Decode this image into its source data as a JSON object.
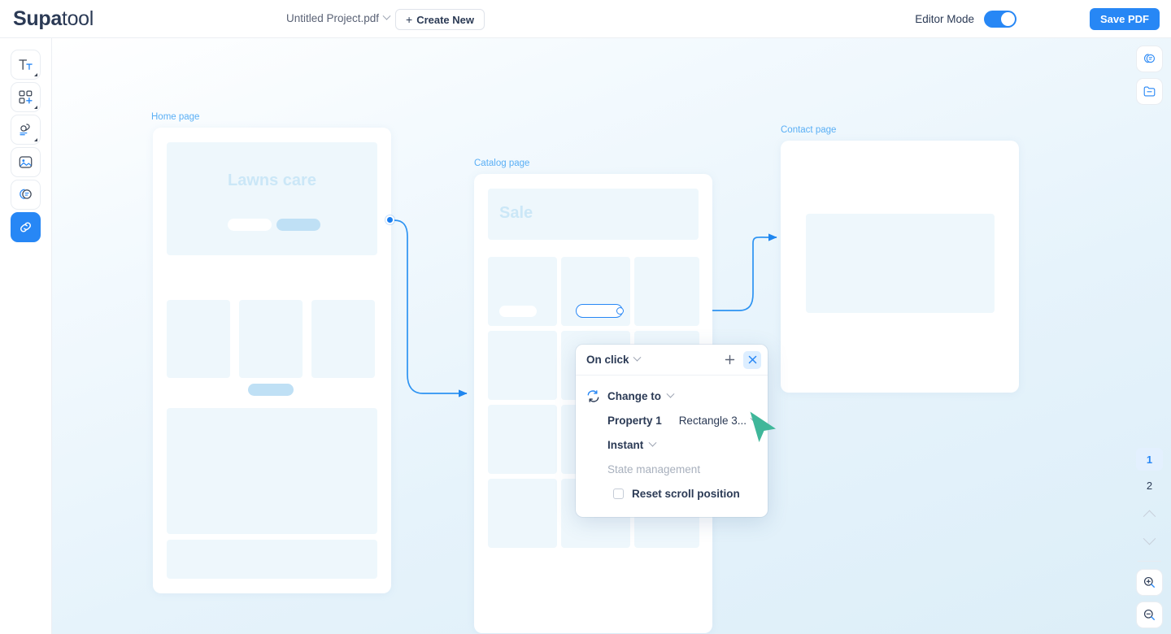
{
  "app": {
    "brand_bold": "Supa",
    "brand_light": "tool",
    "accent": "#2787f5",
    "frame_label_color": "#5aaff5",
    "cursor_color": "#3fb79a"
  },
  "topbar": {
    "document_name": "Untitled Project.pdf",
    "document_chevron_icon": "chevron-down-icon",
    "create_new_label": "Create New",
    "create_new_plus": "+",
    "editor_mode_label": "Editor Mode",
    "editor_mode_on": true,
    "save_pdf_label": "Save PDF"
  },
  "left_toolbar": {
    "items": [
      {
        "name": "text-tool",
        "icon": "text-icon",
        "active": false,
        "has_menu": true
      },
      {
        "name": "components-tool",
        "icon": "add-component-icon",
        "active": false,
        "has_menu": true
      },
      {
        "name": "annotate-tool",
        "icon": "stamp-icon",
        "active": false,
        "has_menu": true
      },
      {
        "name": "image-tool",
        "icon": "image-icon",
        "active": false,
        "has_menu": false
      },
      {
        "name": "variants-tool",
        "icon": "masks-icon",
        "active": false,
        "has_menu": false
      },
      {
        "name": "interactions-tool",
        "icon": "link-icon",
        "active": true,
        "has_menu": false
      }
    ]
  },
  "right_toolbar": {
    "top_items": [
      {
        "name": "variants-panel",
        "icon": "masks-icon"
      },
      {
        "name": "files-panel",
        "icon": "folder-icon"
      }
    ],
    "pages": [
      {
        "label": "1",
        "selected": true
      },
      {
        "label": "2",
        "selected": false
      }
    ],
    "prev_page_icon": "chevron-up-icon",
    "next_page_icon": "chevron-down-icon",
    "zoom_in_icon": "zoom-in-icon",
    "zoom_out_icon": "zoom-out-icon"
  },
  "canvas": {
    "frames": [
      {
        "label": "Home page",
        "hero_title": "Lawns care",
        "buttons": [
          "",
          ""
        ]
      },
      {
        "label": "Catalog page",
        "hero_title": "Sale"
      },
      {
        "label": "Contact page",
        "hero_title": ""
      }
    ],
    "connections": [
      {
        "from": "home-page-hotspot",
        "to": "catalog-page"
      },
      {
        "from": "catalog-page-button",
        "to": "contact-page"
      }
    ]
  },
  "interaction_popup": {
    "trigger_label": "On click",
    "trigger_chevron_icon": "chevron-down-icon",
    "add_icon": "plus-icon",
    "close_icon": "close-icon",
    "action_icon": "change-to-icon",
    "action_label": "Change to",
    "action_chevron_icon": "chevron-down-icon",
    "property_label": "Property 1",
    "property_value": "Rectangle 3...",
    "property_chevron_icon": "chevron-down-icon",
    "animation_label": "Instant",
    "animation_chevron_icon": "chevron-down-icon",
    "section_label": "State management",
    "reset_scroll_label": "Reset scroll position",
    "reset_scroll_checked": false
  }
}
